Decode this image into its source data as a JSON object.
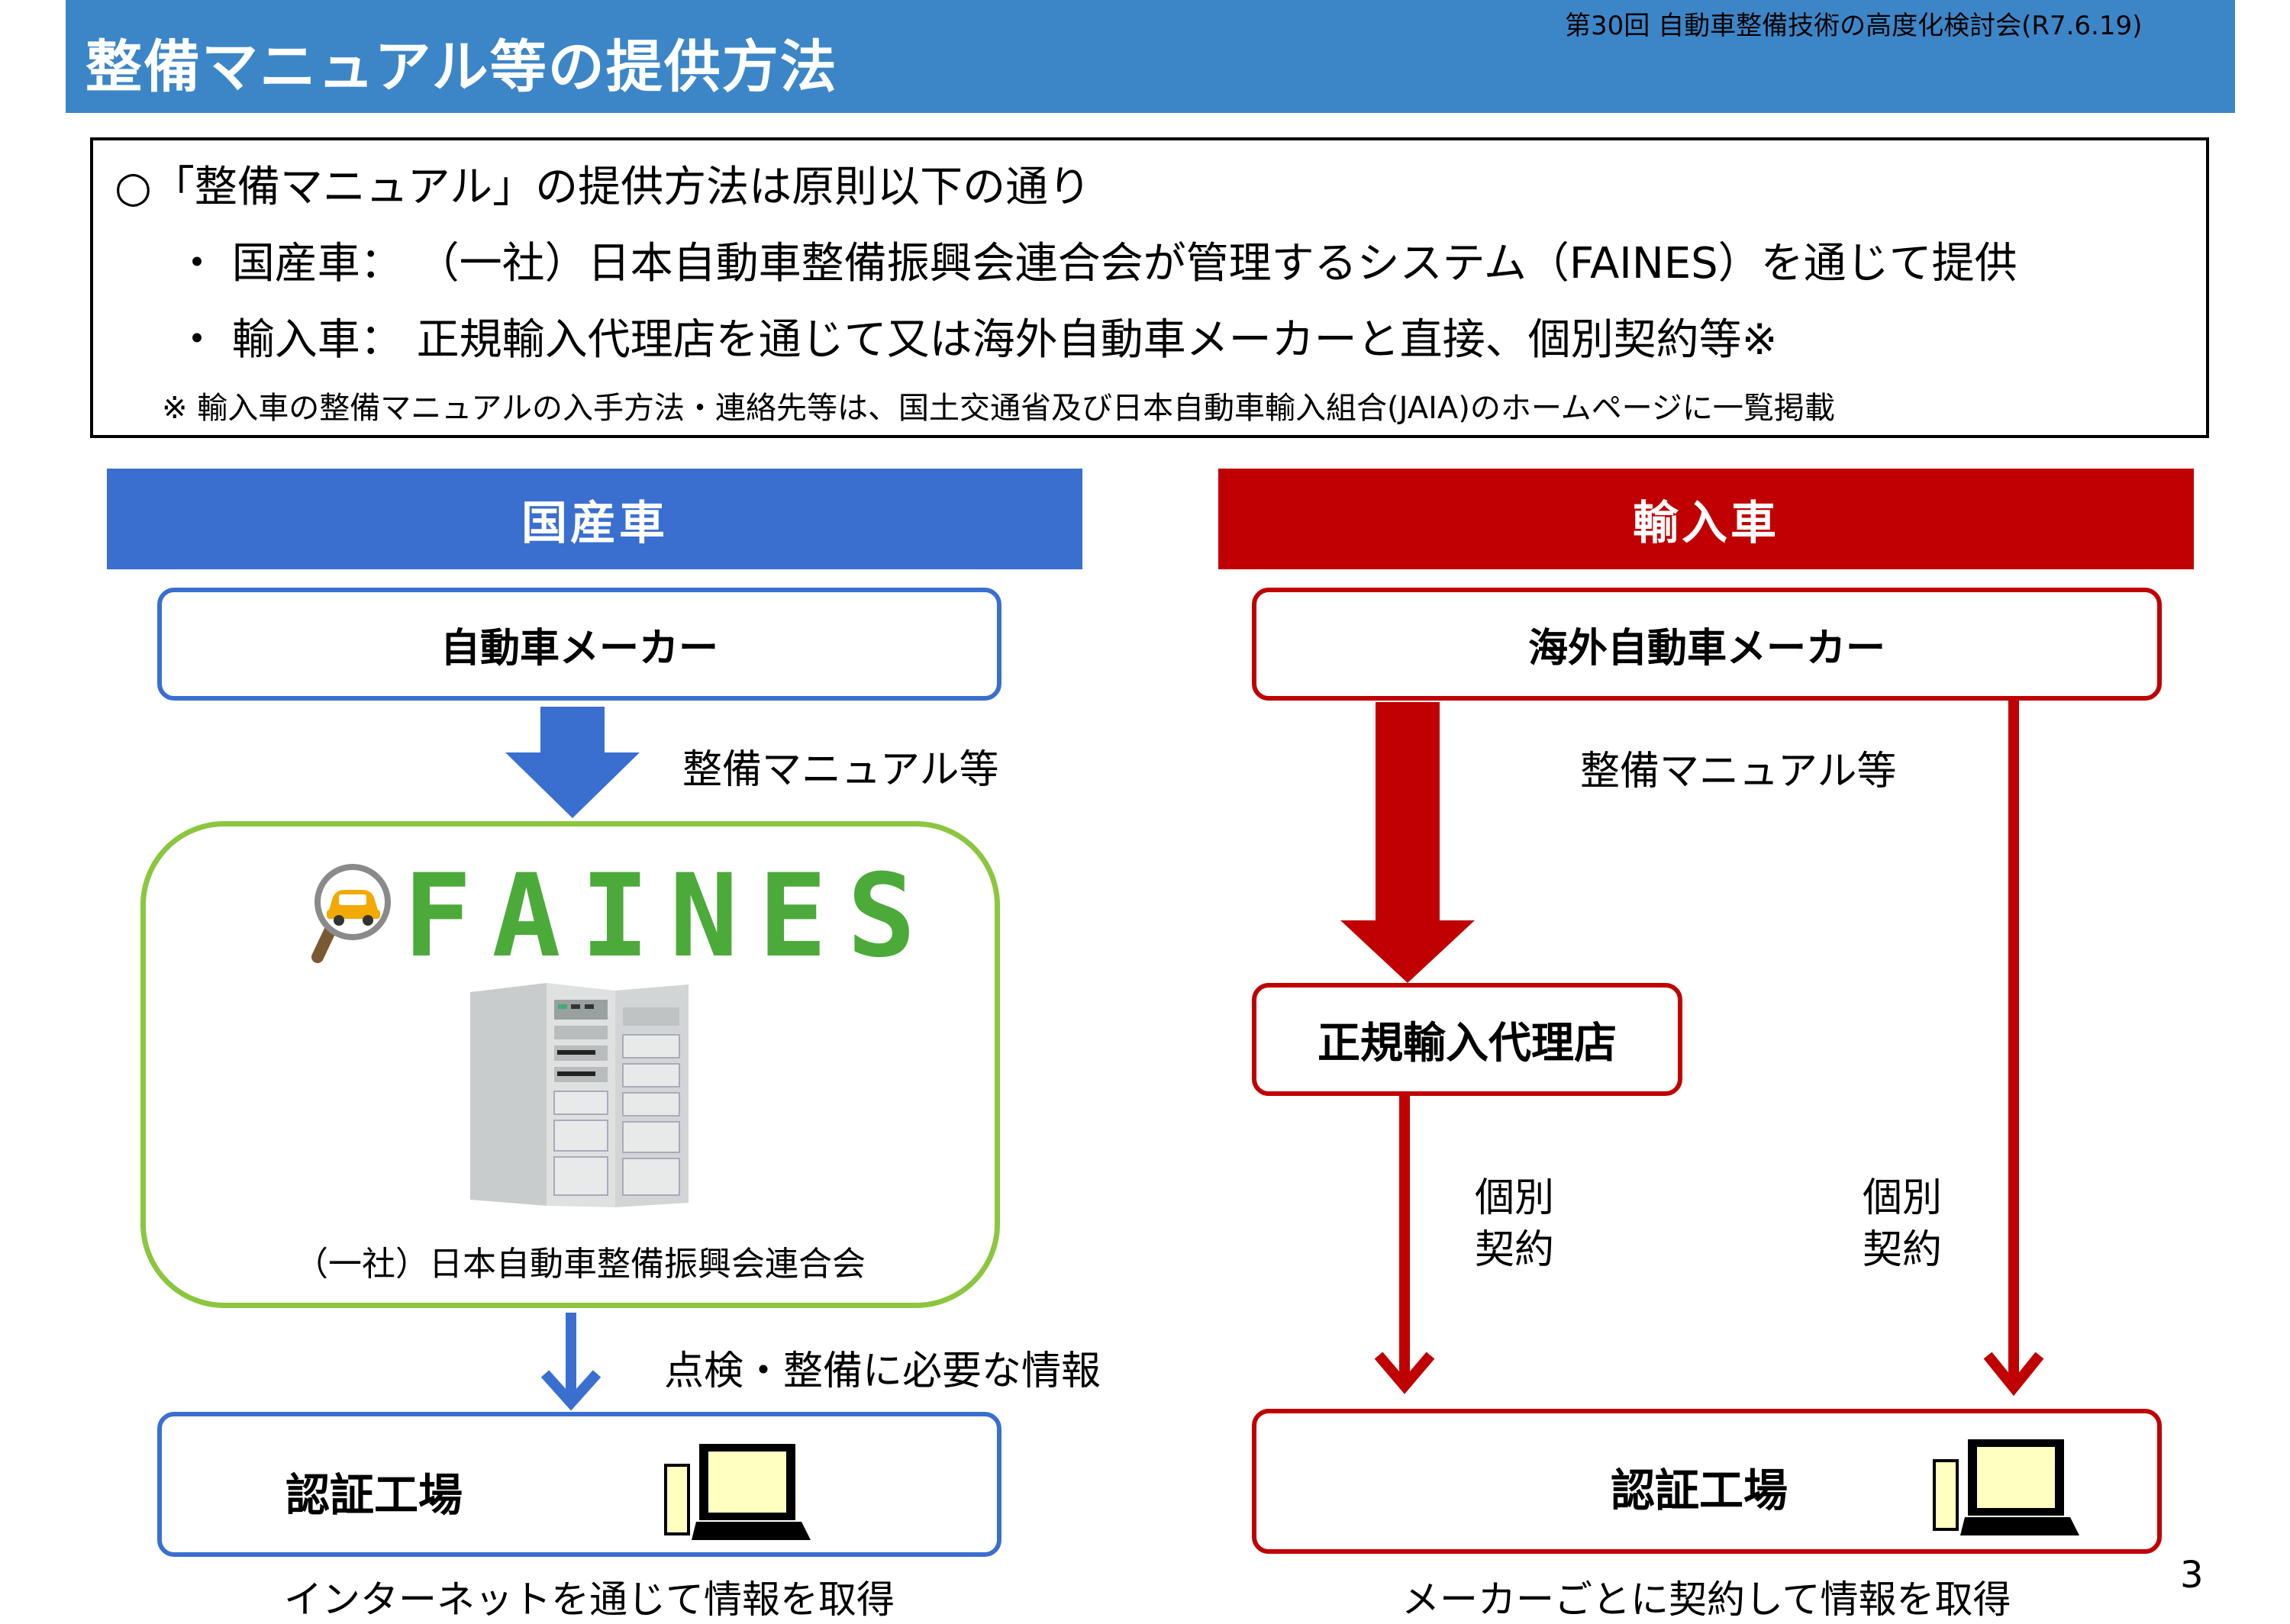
{
  "header": {
    "title": "整備マニュアル等の提供方法",
    "meeting": "第30回 自動車整備技術の高度化検討会(R7.6.19)"
  },
  "summary": {
    "line1": "○「整備マニュアル」の提供方法は原則以下の通り",
    "line2": "・ 国産車： （一社）日本自動車整備振興会連合会が管理するシステム（FAINES）を通じて提供",
    "line3": "・ 輸入車： 正規輸入代理店を通じて又は海外自動車メーカーと直接、個別契約等※",
    "note": "※ 輸入車の整備マニュアルの入手方法・連絡先等は、国土交通省及び日本自動車輸入組合(JAIA)のホームページに一覧掲載"
  },
  "domestic": {
    "heading": "国産車",
    "maker": "自動車メーカー",
    "arrow_label": "整備マニュアル等",
    "faines_logo": "FAINES",
    "org": "（一社）日本自動車整備振興会連合会",
    "info_label": "点検・整備に必要な情報",
    "shop": "認証工場",
    "caption": "インターネットを通じて情報を取得"
  },
  "imported": {
    "heading": "輸入車",
    "maker": "海外自動車メーカー",
    "arrow_label": "整備マニュアル等",
    "agent": "正規輸入代理店",
    "contract_left": "個別\n契約",
    "contract_right": "個別\n契約",
    "shop": "認証工場",
    "caption": "メーカーごとに契約して情報を取得"
  },
  "page_number": "3",
  "colors": {
    "title_bar": "#3c86c8",
    "domestic_accent": "#3a6fd0",
    "imported_accent": "#c00000",
    "faines_green": "#8cc63f"
  }
}
